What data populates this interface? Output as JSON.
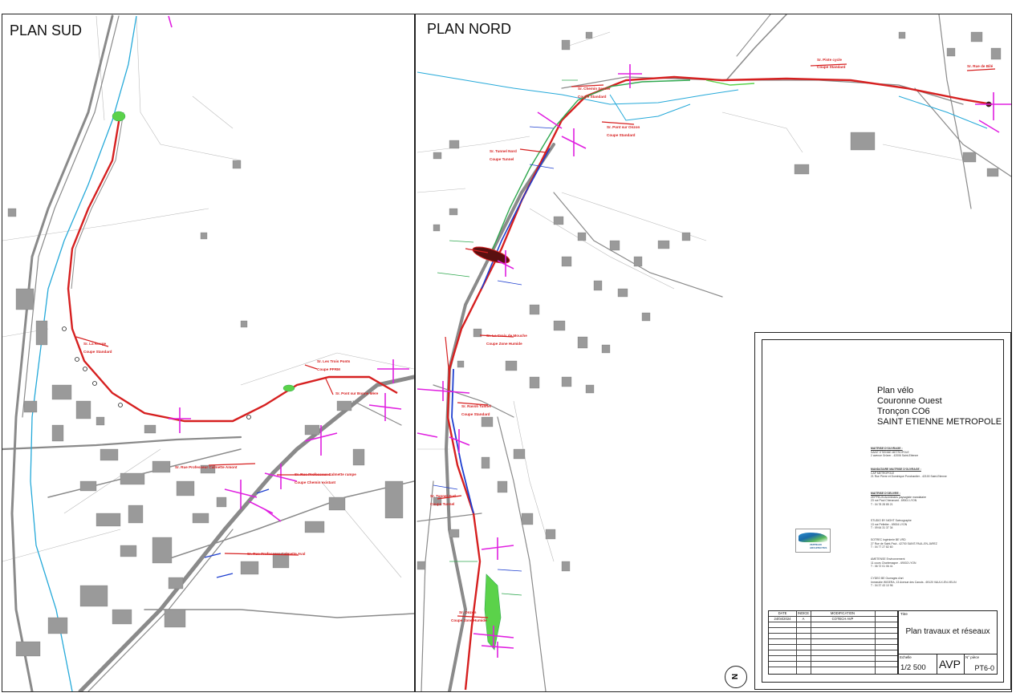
{
  "panels": {
    "south_title": "PLAN SUD",
    "north_title": "PLAN NORD"
  },
  "colors": {
    "route_red": "#d62020",
    "route_green": "#2fa84f",
    "network_blue": "#1e3fd0",
    "cross_section_magenta": "#e020e0",
    "river_cyan": "#25a9d9",
    "building_gray": "#9a9a9a",
    "road_gray": "#8a8a8a"
  },
  "south_labels": [
    "Sr. La Rouge",
    "Coupe Standard",
    "Sr. Les Trois Ponts",
    "Coupe PPRM",
    "Sr. Pont sur Bonne Mère",
    "Sr. Rue Professeur Calmette Amont",
    "Sr. Rue Professeur Calmette rampe",
    "Coupe Chemin existant",
    "Sr. Rue Professeur Calmette Aval"
  ],
  "north_labels": [
    "Sr. Piste cycle",
    "Coupe Standard",
    "Sr. Chemin Sentier",
    "Coupe Standard",
    "Sr. Pont sur Onzon",
    "Coupe Standard",
    "Sr. Tunnel Nord",
    "Coupe Tunnel",
    "Sr. Rue de Bilé",
    "Sr. La Croix de Mouche",
    "Coupe Zone Humide",
    "Sr. Ravoli Tunnel",
    "Coupe Standard",
    "Sr. Tunnel Sud",
    "Coupe Tunnel",
    "Sr. Onzon",
    "Coupe Zone Humide"
  ],
  "title_block": {
    "project_lines": [
      "Plan vélo",
      "Couronne Ouest",
      "Tronçon CO6",
      "SAINT ETIENNE METROPOLE"
    ],
    "sections": [
      {
        "heading": "MAITRISE D'OUVRAGE :",
        "lines": [
          "SAINT ETIENNE METROPOLE",
          "2 avenue Grüner - 42006 Saint-Etienne"
        ]
      },
      {
        "heading": "MANDATAIRE MAITRISE D'OUVRAGE :",
        "lines": [
          "CAP METROPOLE",
          "21 Rue Pierre et Dominique Ponchardier - 42100 Saint-Etienne"
        ]
      },
      {
        "heading": "MAITRISE D'OEUVRE :",
        "lines": [
          "ZEPPELIN Architectes paysagiste mandataire",
          "23 rue Paul Chenavard - 69001 LYON",
          "T : 04 78 28 85 21"
        ]
      },
      {
        "heading": "",
        "lines": [
          "STUDIO BY NIGHT Scénographe",
          "13 rue Pelletier - 69004 LYON",
          "T : 09 64 31 37 34"
        ]
      },
      {
        "heading": "",
        "lines": [
          "SOTREC Ingénierie BE VRD",
          "27 Rue de Saint-Paul - 42700 SAINT-PAUL-EN-JAREZ",
          "T : 04 77 27 82 60"
        ]
      },
      {
        "heading": "",
        "lines": [
          "AMETENSE Environnement",
          "11 cours Charlemagne - 69002 LYON",
          "T : 06 72 01 06 41"
        ]
      },
      {
        "heading": "",
        "lines": [
          "CYDEO BE Ouvrages d'art",
          "Immeuble WIGERA, 13 Avenue des Canuts - 69120 VAULX-EN-VELIN",
          "T : 04 37 43 10 96"
        ]
      }
    ],
    "logo_text": "ZEPPELIN ARCHITECTES",
    "revision_headers": {
      "date": "DATE",
      "index": "INDICE",
      "modification": "MODIFICATION"
    },
    "revision_row": {
      "date": "24/04/2024",
      "index": "A",
      "modification": "COTECH AVP"
    },
    "title_label": "Titre",
    "plan_title": "Plan travaux et réseaux",
    "scale_label": "Echelle",
    "scale_value": "1/2 500",
    "phase": "AVP",
    "piece_label": "N° pièce",
    "piece_value": "PT6-0",
    "north_symbol": "N"
  }
}
